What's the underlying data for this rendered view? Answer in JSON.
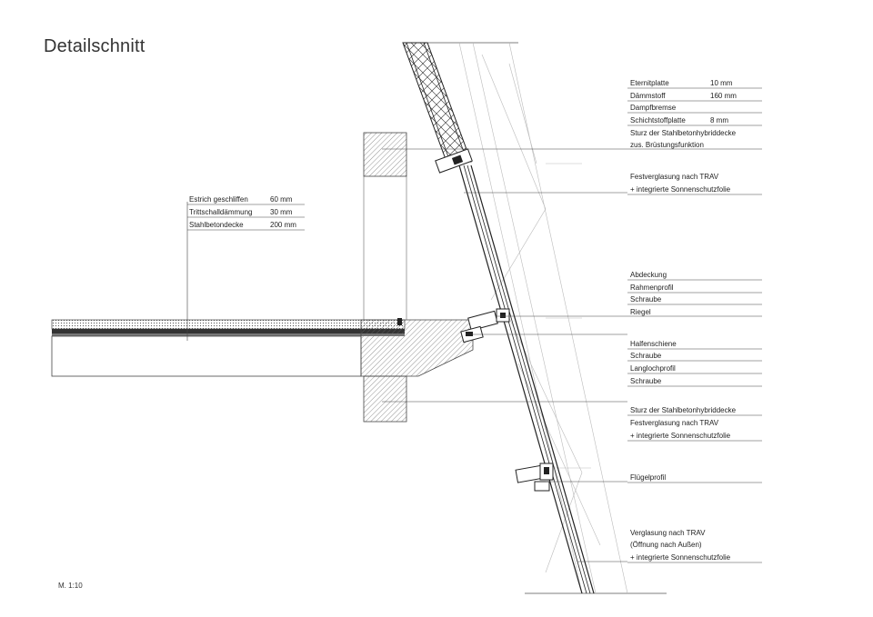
{
  "title": "Detailschnitt",
  "scale": "M. 1:10",
  "annotations": {
    "floor": [
      {
        "name": "Estrich geschliffen",
        "value": "60 mm"
      },
      {
        "name": "Trittschalldämmung",
        "value": "30 mm"
      },
      {
        "name": "Stahlbetondecke",
        "value": "200 mm"
      }
    ],
    "roof": [
      {
        "name": "Eternitplatte",
        "value": "10 mm"
      },
      {
        "name": "Dämmstoff",
        "value": "160 mm"
      },
      {
        "name": "Dampfbremse",
        "value": ""
      },
      {
        "name": "Schichtstoffplatte",
        "value": "8 mm"
      },
      {
        "name": "Sturz der Stahlbetonhybriddecke",
        "value": ""
      },
      {
        "name": "zus. Brüstungsfunktion",
        "value": ""
      }
    ],
    "fixed_glazing_top": [
      "Festverglasung nach TRAV",
      "+ integrierte Sonnenschutzfolie"
    ],
    "transom": [
      "Abdeckung",
      "Rahmenprofil",
      "Schraube",
      "Riegel"
    ],
    "anchor": [
      "Halfenschiene",
      "Schraube",
      "Langlochprofil",
      "Schraube"
    ],
    "fixed_glazing_mid": [
      "Sturz der Stahlbetonhybriddecke",
      "Festverglasung nach TRAV",
      "+ integrierte Sonnenschutzfolie"
    ],
    "sash": [
      "Flügelprofil"
    ],
    "opening_glazing": [
      "Verglasung nach TRAV",
      "(Öffnung nach Außen)",
      "+ integrierte Sonnenschutzfolie"
    ]
  }
}
